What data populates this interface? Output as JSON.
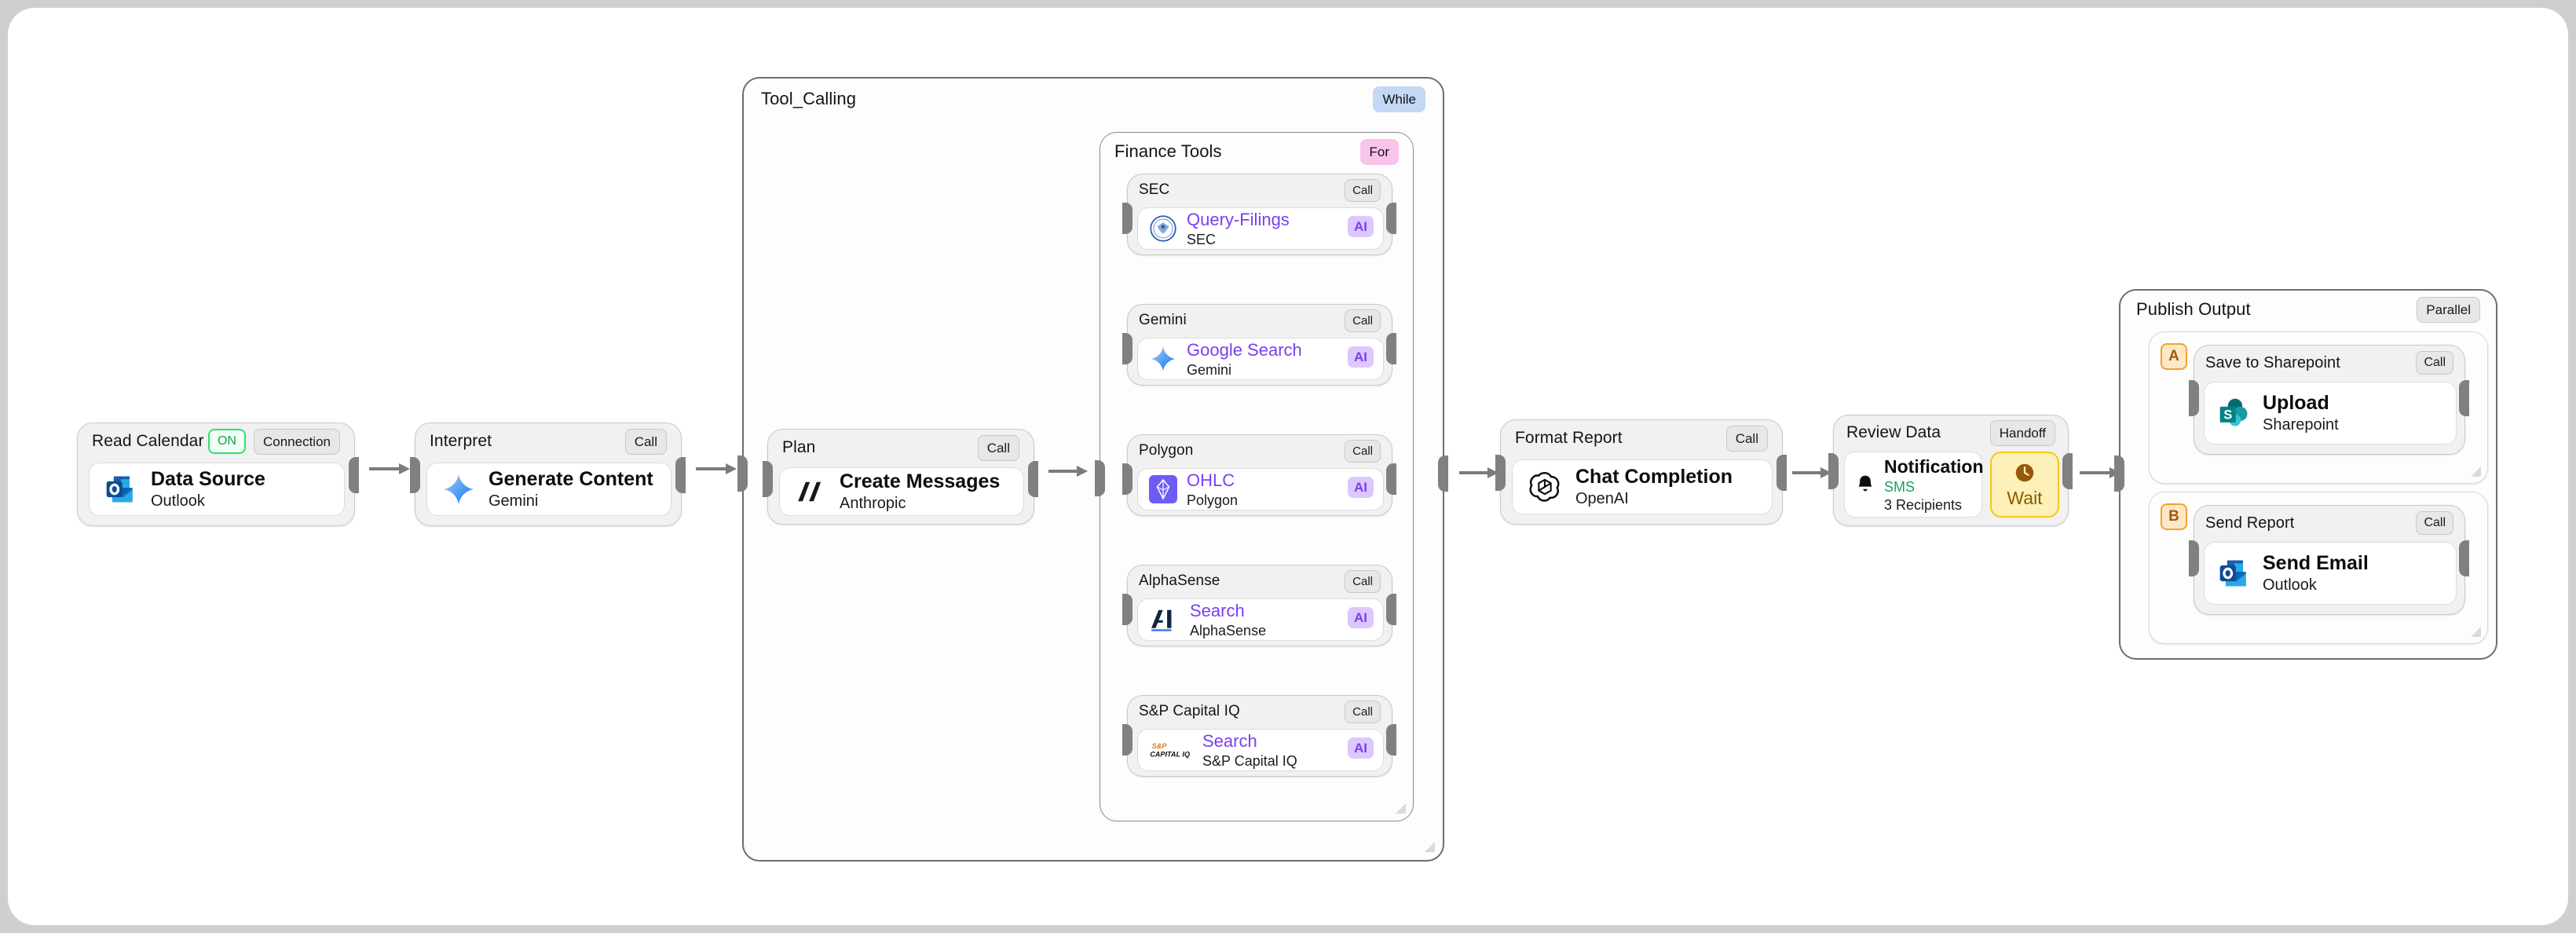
{
  "canvas": {
    "background": "#ffffff",
    "page_background": "#cfcfcf"
  },
  "colors": {
    "accent_ai": "#7b3ff2",
    "badge_ai_bg": "#ddc7ff",
    "badge_while_bg": "#c3d8f5",
    "badge_for_bg": "#fac3ea",
    "badge_on_border": "#2ee36a",
    "badge_on_text": "#13a544",
    "branch_chip": "#f0a32c",
    "wait_border": "#f3c911",
    "wait_bg": "#fdf0b8",
    "handle": "#808080",
    "arrow": "#7b7b7b"
  },
  "nodes": {
    "read_calendar": {
      "title": "Read Calendar",
      "badges": {
        "toggle": "ON",
        "type": "Connection"
      },
      "op": {
        "title": "Data Source",
        "subtitle": "Outlook",
        "icon": "outlook-icon"
      }
    },
    "interpret": {
      "title": "Interpret",
      "badges": {
        "type": "Call"
      },
      "op": {
        "title": "Generate Content",
        "subtitle": "Gemini",
        "icon": "gemini-icon"
      }
    },
    "tool_calling": {
      "title": "Tool_Calling",
      "badges": {
        "type": "While"
      }
    },
    "plan": {
      "title": "Plan",
      "badges": {
        "type": "Call"
      },
      "op": {
        "title": "Create Messages",
        "subtitle": "Anthropic",
        "icon": "anthropic-icon"
      }
    },
    "finance_tools": {
      "title": "Finance Tools",
      "badges": {
        "type": "For"
      },
      "tools": [
        {
          "title": "SEC",
          "badge": "Call",
          "op": {
            "title": "Query-Filings",
            "subtitle": "SEC",
            "badge": "AI",
            "icon": "sec-seal-icon"
          }
        },
        {
          "title": "Gemini",
          "badge": "Call",
          "op": {
            "title": "Google Search",
            "subtitle": "Gemini",
            "badge": "AI",
            "icon": "gemini-icon"
          }
        },
        {
          "title": "Polygon",
          "badge": "Call",
          "op": {
            "title": "OHLC",
            "subtitle": "Polygon",
            "badge": "AI",
            "icon": "polygon-icon"
          }
        },
        {
          "title": "AlphaSense",
          "badge": "Call",
          "op": {
            "title": "Search",
            "subtitle": "AlphaSense",
            "badge": "AI",
            "icon": "alphasense-icon"
          }
        },
        {
          "title": "S&P Capital IQ",
          "badge": "Call",
          "op": {
            "title": "Search",
            "subtitle": "S&P Capital IQ",
            "badge": "AI",
            "icon": "sp-capital-iq-icon"
          }
        }
      ]
    },
    "format_report": {
      "title": "Format Report",
      "badges": {
        "type": "Call"
      },
      "op": {
        "title": "Chat Completion",
        "subtitle": "OpenAI",
        "icon": "openai-icon"
      }
    },
    "review_data": {
      "title": "Review Data",
      "badges": {
        "type": "Handoff"
      },
      "op": {
        "title": "Notification",
        "subtitle": "SMS",
        "detail": "3 Recipients",
        "icon": "bell-icon"
      },
      "wait": {
        "label": "Wait",
        "icon": "clock-icon"
      }
    },
    "publish_output": {
      "title": "Publish Output",
      "badges": {
        "type": "Parallel"
      },
      "branches": [
        {
          "letter": "A",
          "title": "Save to Sharepoint",
          "badge": "Call",
          "op": {
            "title": "Upload",
            "subtitle": "Sharepoint",
            "icon": "sharepoint-icon"
          }
        },
        {
          "letter": "B",
          "title": "Send Report",
          "badge": "Call",
          "op": {
            "title": "Send Email",
            "subtitle": "Outlook",
            "icon": "outlook-icon"
          }
        }
      ]
    }
  }
}
